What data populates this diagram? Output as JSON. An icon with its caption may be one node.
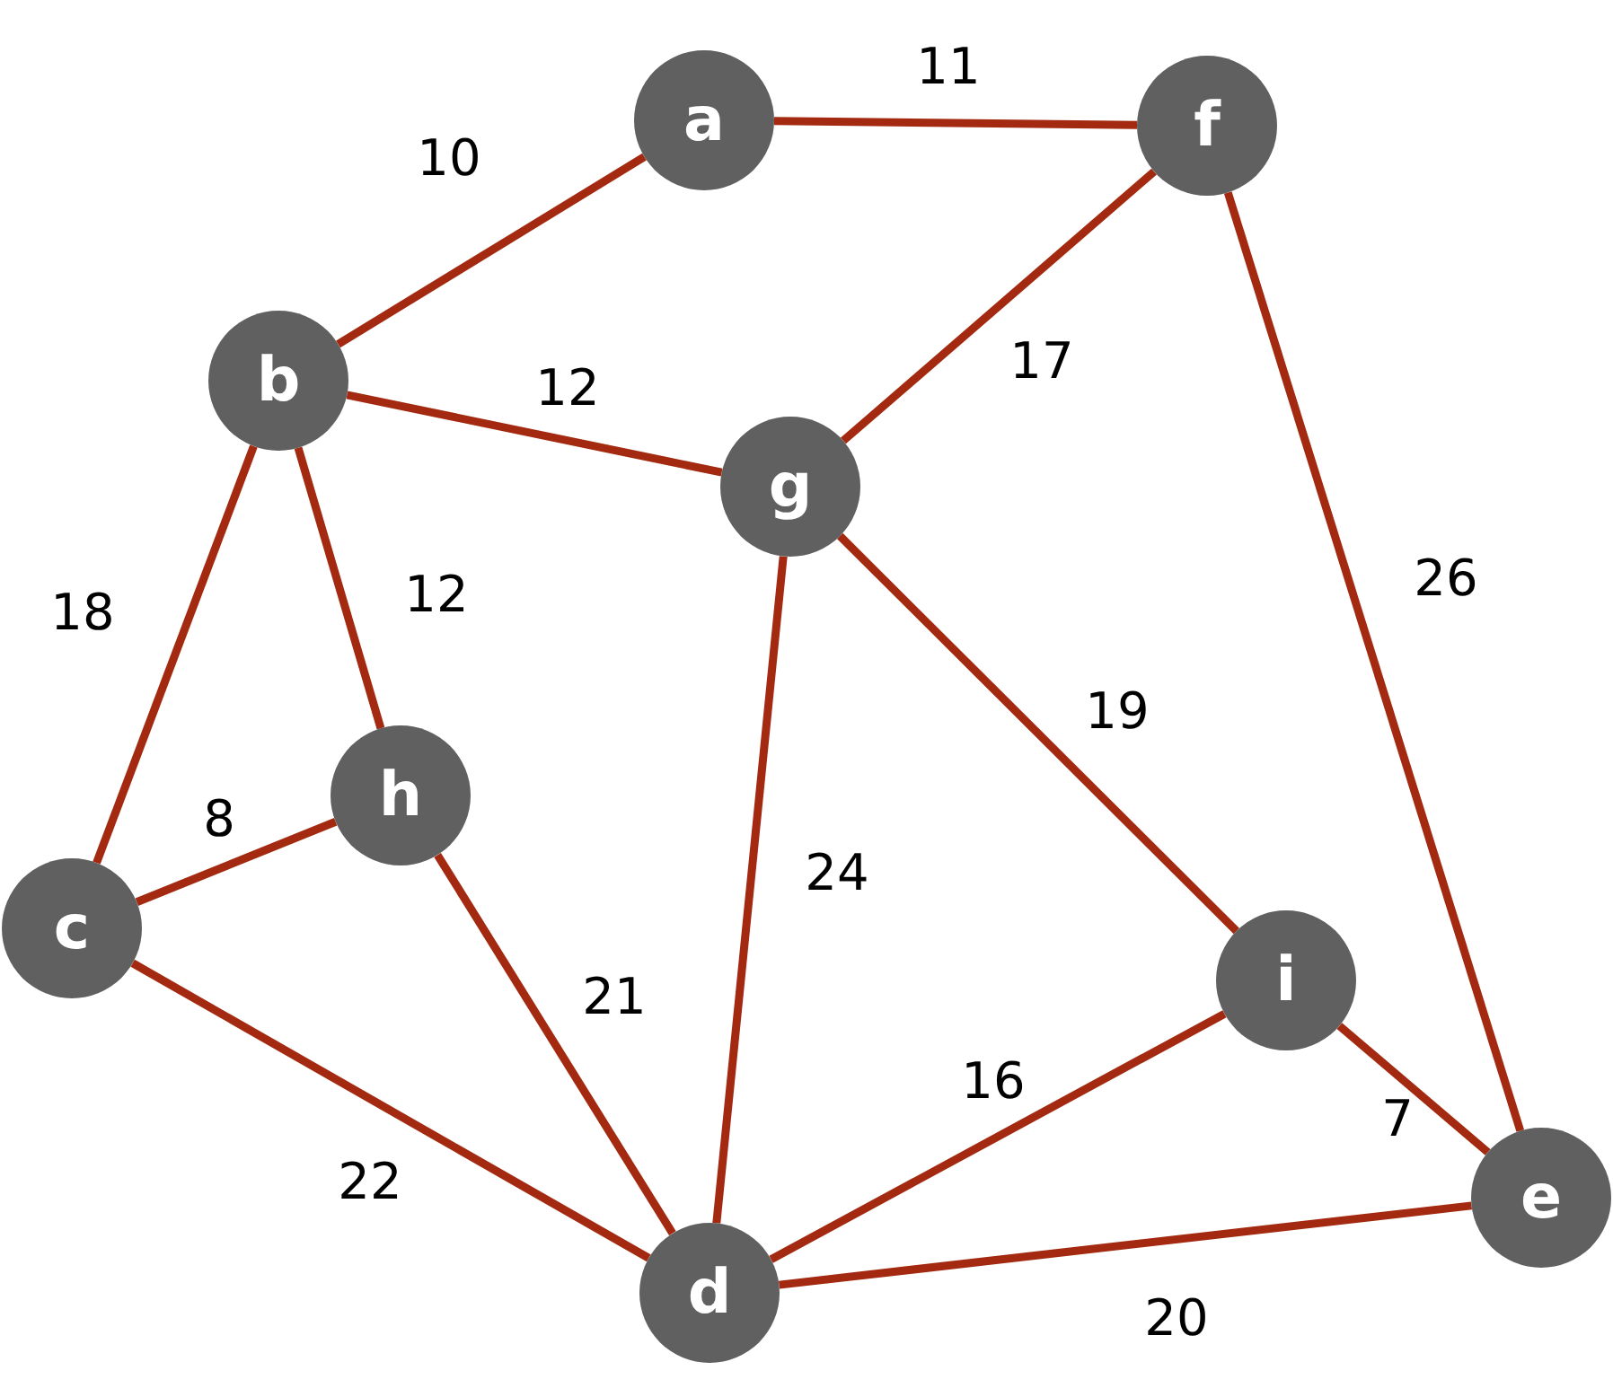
{
  "diagram": {
    "nodes": [
      {
        "text": [
          "a"
        ]
      },
      {
        "text": [
          "f"
        ]
      },
      {
        "text": [
          "b"
        ]
      },
      {
        "text": [
          "g"
        ]
      },
      {
        "text": [
          "h"
        ]
      },
      {
        "text": [
          "c"
        ]
      },
      {
        "text": [
          "i"
        ]
      },
      {
        "text": [
          "e"
        ]
      },
      {
        "text": [
          "d"
        ]
      }
    ],
    "edges": [
      {
        "from": 2,
        "to": 0,
        "arrow": "none",
        "label": "10"
      },
      {
        "from": 0,
        "to": 1,
        "arrow": "none",
        "label": "11"
      },
      {
        "from": 2,
        "to": 3,
        "arrow": "none",
        "label": "12"
      },
      {
        "from": 1,
        "to": 3,
        "arrow": "none",
        "label": "17"
      },
      {
        "from": 2,
        "to": 5,
        "arrow": "none",
        "label": "18"
      },
      {
        "from": 2,
        "to": 4,
        "arrow": "none",
        "label": "12"
      },
      {
        "from": 1,
        "to": 7,
        "arrow": "none",
        "label": "26"
      },
      {
        "from": 3,
        "to": 6,
        "arrow": "none",
        "label": "19"
      },
      {
        "from": 5,
        "to": 4,
        "arrow": "none",
        "label": "8"
      },
      {
        "from": 3,
        "to": 8,
        "arrow": "none",
        "label": "24"
      },
      {
        "from": 4,
        "to": 8,
        "arrow": "none",
        "label": "21"
      },
      {
        "from": 8,
        "to": 6,
        "arrow": "none",
        "label": "16"
      },
      {
        "from": 6,
        "to": 7,
        "arrow": "none",
        "label": "7"
      },
      {
        "from": 5,
        "to": 8,
        "arrow": "none",
        "label": "22"
      },
      {
        "from": 8,
        "to": 7,
        "arrow": "none",
        "label": "20"
      }
    ]
  }
}
